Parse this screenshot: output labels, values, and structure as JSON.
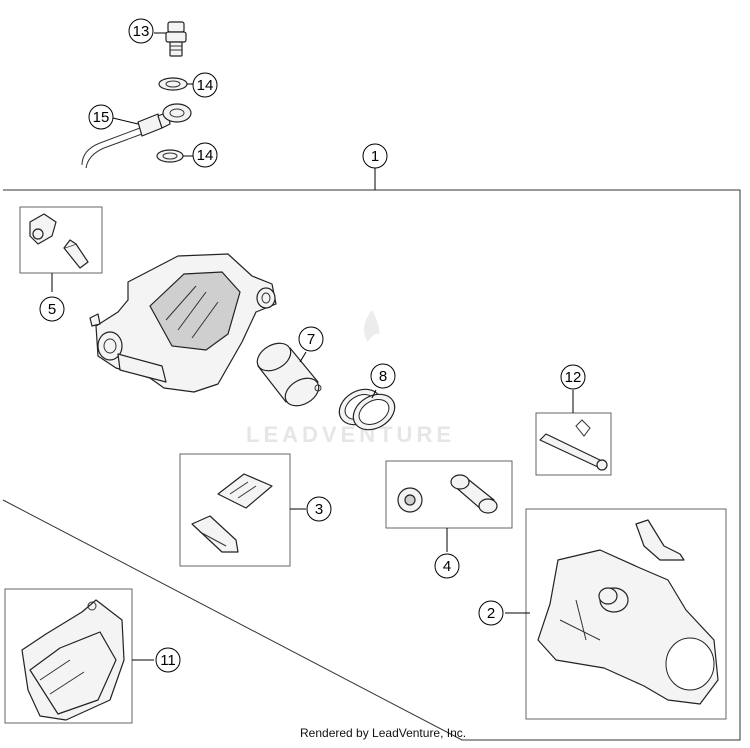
{
  "diagram": {
    "callouts": [
      {
        "id": "c1",
        "label": "1"
      },
      {
        "id": "c2",
        "label": "2"
      },
      {
        "id": "c3",
        "label": "3"
      },
      {
        "id": "c4",
        "label": "4"
      },
      {
        "id": "c5",
        "label": "5"
      },
      {
        "id": "c7",
        "label": "7"
      },
      {
        "id": "c8",
        "label": "8"
      },
      {
        "id": "c11",
        "label": "11"
      },
      {
        "id": "c12",
        "label": "12"
      },
      {
        "id": "c13",
        "label": "13"
      },
      {
        "id": "c14a",
        "label": "14"
      },
      {
        "id": "c14b",
        "label": "14"
      },
      {
        "id": "c15",
        "label": "15"
      }
    ],
    "watermark": "LEADVENTURE",
    "footer": "Rendered by LeadVenture, Inc."
  }
}
